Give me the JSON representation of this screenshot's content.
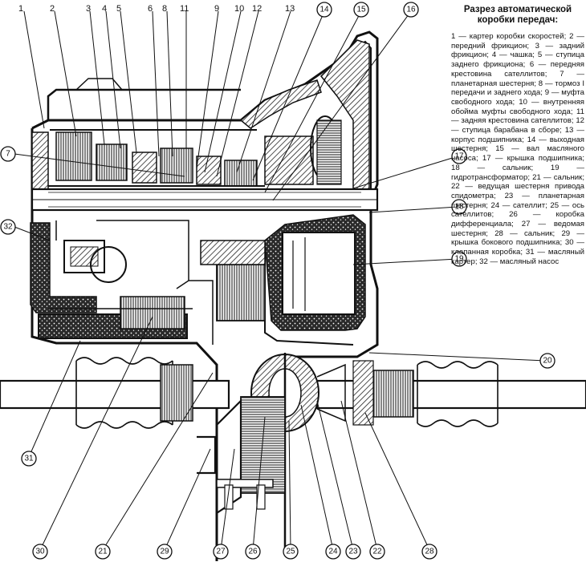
{
  "title": "Разрез автоматической коробки передач:",
  "legend": "1 — картер коробки скоростей; 2 — передний фрикцион; 3 — задний фрикцион; 4 — чашка; 5 — ступица заднего фрикциона; 6 — передняя крестовина сателлитов; 7 — планетарная шестерня; 8 — тормоз I передачи и заднего хода; 9 — муфта свободного хода; 10 — внутренняя обойма муфты свободного хода; 11 — задняя крестовина сателлитов; 12 — ступица барабана в сборе; 13 — корпус подшипника; 14 — выходная шестерня; 15 — вал масляного насоса; 17 — крышка подшипника; 18 — сальник; 19 — гидротрансформатор; 21 — сальник; 22 — ведущая шестерня привода спидометра; 23 — планетарная шестерня; 24 — сателлит; 25 — ось сателлитов; 26 — коробка дифференциала; 27 — ведомая шестерня; 28 — сальник; 29 — крышка бокового подшипника; 30 — клапанная коробка; 31 — масляный картер; 32 — масляный насос",
  "callouts_top": [
    "1",
    "2",
    "3",
    "4",
    "5",
    "6",
    "8",
    "11",
    "9",
    "10",
    "12",
    "13",
    "14",
    "15",
    "16"
  ],
  "callouts_left": [
    "7",
    "32",
    "31"
  ],
  "callouts_right": [
    "17",
    "18",
    "19",
    "20"
  ],
  "callouts_bottom": [
    "30",
    "21",
    "29",
    "27",
    "26",
    "25",
    "24",
    "23",
    "22",
    "28"
  ]
}
